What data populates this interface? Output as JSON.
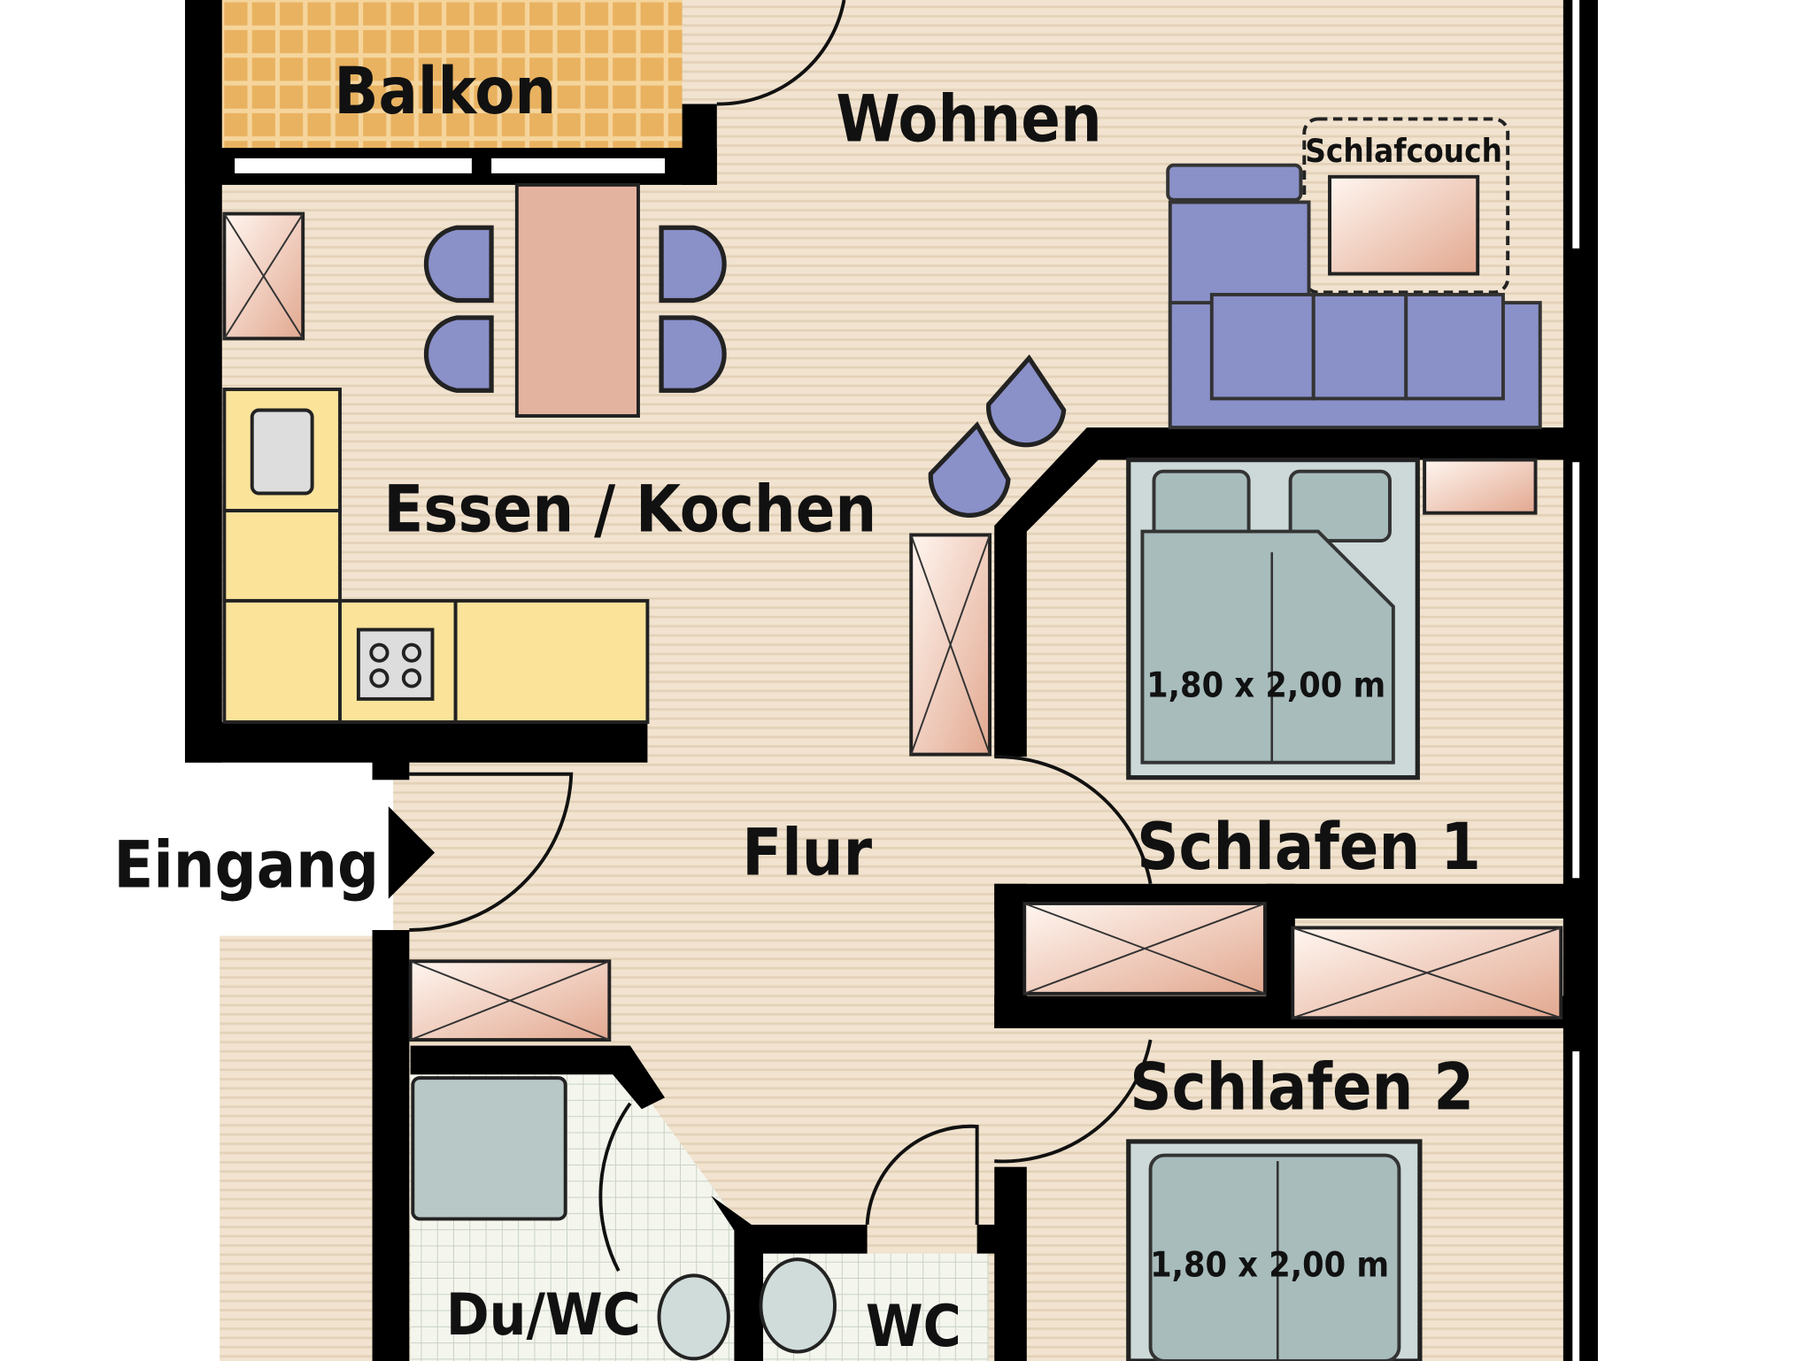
{
  "rooms": {
    "balkon": "Balkon",
    "wohnen": "Wohnen",
    "schlafcouch": "Schlafcouch",
    "essen_kochen": "Essen / Kochen",
    "flur": "Flur",
    "eingang": "Eingang",
    "schlafen1": "Schlafen 1",
    "schlafen2": "Schlafen 2",
    "du_wc": "Du/WC",
    "wc": "WC"
  },
  "beds": {
    "bed1_size": "1,80 x 2,00 m",
    "bed2_size": "1,80 x 2,00 m"
  },
  "colors": {
    "floor": "#f1e3cf",
    "wall": "#000000",
    "kitchen": "#fbe39a",
    "furniture": "#8a90c8",
    "cabinet": "#e8b8a4",
    "bed": "#a8bcbc",
    "balcony": "#e9b260"
  }
}
